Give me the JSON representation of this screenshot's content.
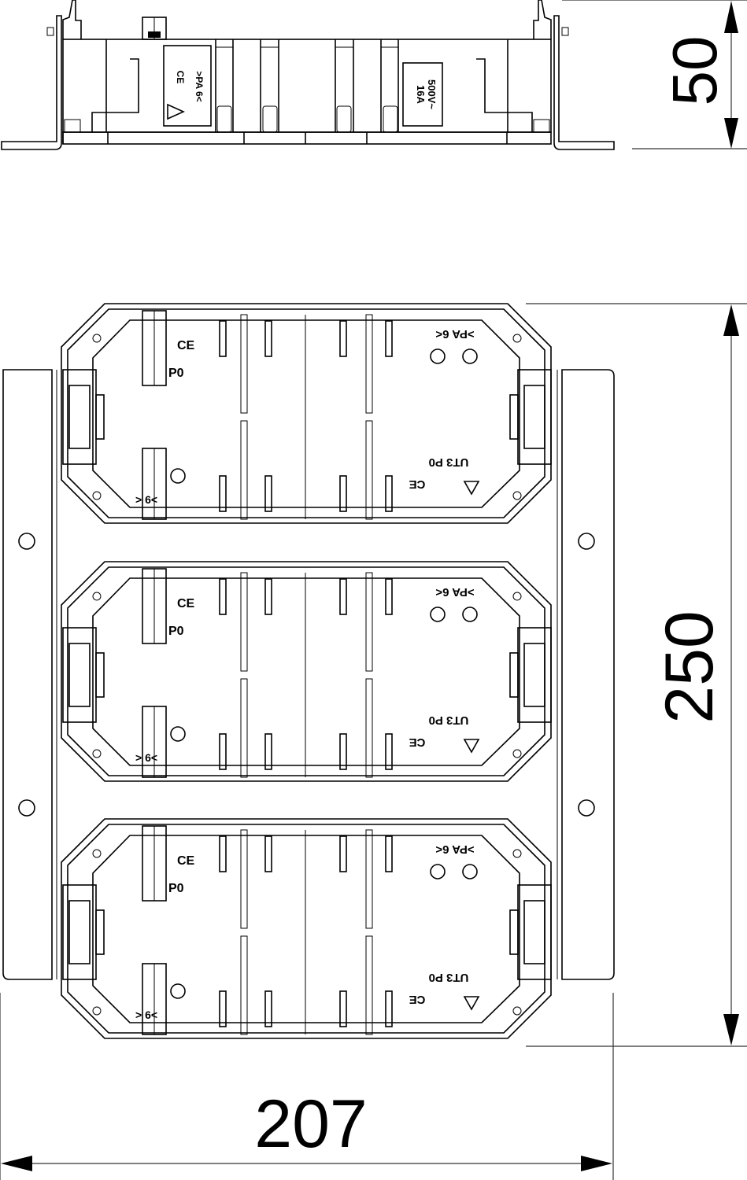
{
  "drawing": {
    "type": "technical-dimension-drawing",
    "subject": "Triple device mounting insert (floor box / UT3 carrier)",
    "line_color": "#000000",
    "background": "#ffffff"
  },
  "dimensions": {
    "height_side_view": {
      "value": "50",
      "orientation": "vertical"
    },
    "height_top_view": {
      "value": "250",
      "orientation": "vertical"
    },
    "width_top_view": {
      "value": "207",
      "orientation": "horizontal"
    }
  },
  "side_view": {
    "label_left_box": {
      "line1": ">PA 6<",
      "ce": "CE",
      "symbol": "triangle-approval-icon"
    },
    "label_right_box": {
      "line1": "500V~",
      "line2": "16A"
    }
  },
  "top_view": {
    "modules": [
      {
        "index": 1,
        "top_left_mark": "CE",
        "top_left_code": "P0",
        "bottom_left_mark": ">  6<",
        "top_right_mark": ">PA 6<",
        "bottom_right_code": "UT3 P0",
        "bottom_right_ce": "CE"
      },
      {
        "index": 2,
        "top_left_mark": "CE",
        "top_left_code": "P0",
        "bottom_left_mark": ">  6<",
        "top_right_mark": ">PA 6<",
        "bottom_right_code": "UT3 P0",
        "bottom_right_ce": "CE"
      },
      {
        "index": 3,
        "top_left_mark": "CE",
        "top_left_code": "P0",
        "bottom_left_mark": ">  6<",
        "top_right_mark": ">PA 6<",
        "bottom_right_code": "UT3 P0",
        "bottom_right_ce": "CE"
      }
    ],
    "mounting_holes": 4
  }
}
